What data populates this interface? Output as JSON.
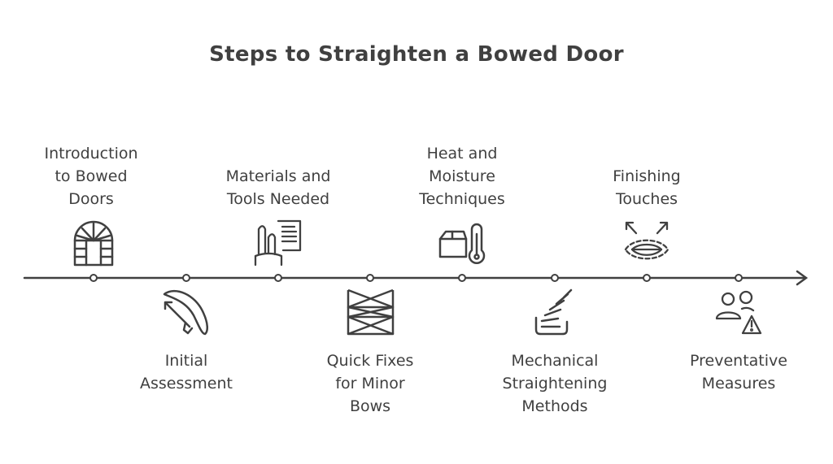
{
  "title": "Steps to Straighten a Bowed Door",
  "colors": {
    "stroke": "#404040",
    "background": "#ffffff"
  },
  "steps": [
    {
      "label": "Introduction\nto Bowed\nDoors",
      "icon": "arched-door-icon",
      "position": "above"
    },
    {
      "label": "Initial\nAssessment",
      "icon": "bow-and-arrow-icon",
      "position": "below"
    },
    {
      "label": "Materials and\nTools Needed",
      "icon": "tools-and-list-icon",
      "position": "above"
    },
    {
      "label": "Quick Fixes\nfor Minor\nBows",
      "icon": "cross-brace-icon",
      "position": "below"
    },
    {
      "label": "Heat and\nMoisture\nTechniques",
      "icon": "box-and-thermometer-icon",
      "position": "above"
    },
    {
      "label": "Mechanical\nStraightening\nMethods",
      "icon": "press-lines-icon",
      "position": "below"
    },
    {
      "label": "Finishing\nTouches",
      "icon": "lips-expand-icon",
      "position": "above"
    },
    {
      "label": "Preventative\nMeasures",
      "icon": "people-warning-icon",
      "position": "below"
    }
  ]
}
